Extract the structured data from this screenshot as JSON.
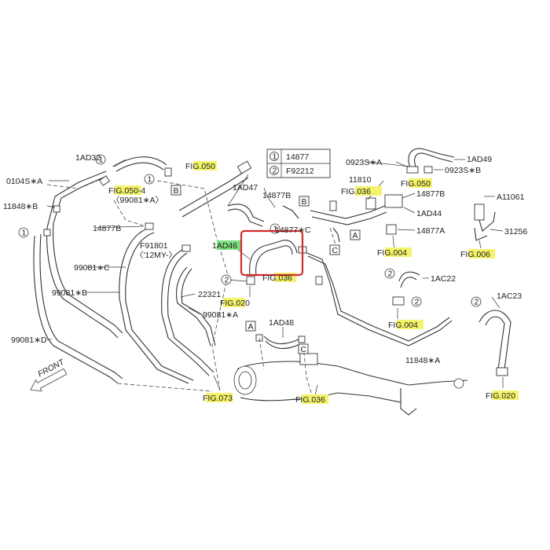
{
  "legend": {
    "items": [
      {
        "num": "1",
        "code": "14877"
      },
      {
        "num": "2",
        "code": "F92212"
      }
    ]
  },
  "labels": {
    "ad32": "1AD32",
    "s0104a": "0104S∗A",
    "fig050_4": "FIG.050-4",
    "s99081a_paren": "〈99081∗A〉",
    "s11848b": "11848∗B",
    "s14877b_left": "14877B",
    "f91801": "F91801",
    "my12": "〈'12MY-〉",
    "s99081c": "99081∗C",
    "s99081b": "99081∗B",
    "s99081d": "99081∗D",
    "s22321": "22321",
    "s99081a": "99081∗A",
    "fig050_mid": "FIG.050",
    "ad47": "1AD47",
    "s14877b_mid": "14877B",
    "s14877c": "14877∗C",
    "fig036_top": "FIG.036",
    "ad46": "1AD46",
    "fig036_mid": "FIG.036",
    "fig020_left": "FIG.020",
    "ad48": "1AD48",
    "fig036_bottom": "FIG.036",
    "fig073": "FIG.073",
    "s0923a": "0923S∗A",
    "s0923b": "0923S∗B",
    "ad49": "1AD49",
    "fig050_right": "FIG.050",
    "s11810": "11810",
    "s14877b_right": "14877B",
    "ad44": "1AD44",
    "s14877a": "14877A",
    "fig004_top": "FIG.004",
    "a11061": "A11061",
    "s31256": "31256",
    "fig006": "FIG.006",
    "ac22": "1AC22",
    "fig004_mid": "FIG.004",
    "s11848a": "11848∗A",
    "ac23": "1AC23",
    "fig020_right": "FIG.020",
    "front": "FRONT"
  },
  "markers": {
    "a": "A",
    "b": "B",
    "c": "C",
    "one": "1",
    "two": "2"
  },
  "colors": {
    "highlight": "#f4f36b",
    "selected_part_highlight": "#7ee07e",
    "selection_box": "#d42a2a",
    "line": "#333333"
  }
}
